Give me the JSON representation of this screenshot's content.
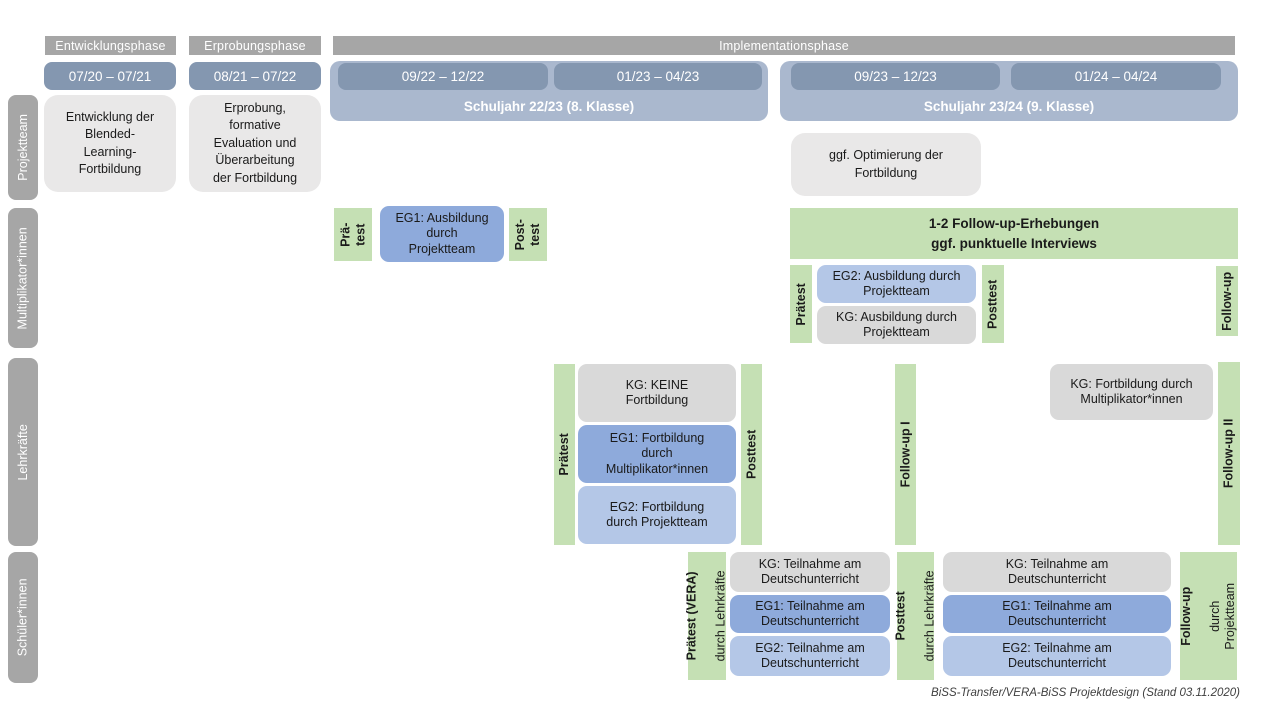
{
  "colors": {
    "header_gray": "#a6a6a6",
    "period_blue": "#8497b0",
    "band_blue": "#aab8ce",
    "eg1_blue": "#8eaadb",
    "eg2_blue": "#b4c7e7",
    "kg_gray": "#d9d9d9",
    "panel_gray": "#e9e8e8",
    "green": "#c5e0b4",
    "text_dark": "#1a1a1a",
    "caption_gray": "#3f3f3f"
  },
  "header": {
    "phases": {
      "entwicklung": "Entwicklungsphase",
      "erprobung": "Erprobungsphase",
      "implementation": "Implementationsphase"
    },
    "periods": {
      "p1": "07/20 – 07/21",
      "p2": "08/21 – 07/22",
      "p3": "09/22 – 12/22",
      "p4": "01/23 – 04/23",
      "p5": "09/23 – 12/23",
      "p6": "01/24 – 04/24"
    },
    "school_years": {
      "sy1": "Schuljahr 22/23 (8. Klasse)",
      "sy2": "Schuljahr 23/24 (9. Klasse)"
    }
  },
  "sidebar": {
    "projektteam": "Projektteam",
    "multiplikatoren": "Multiplikator*innen",
    "lehrkraefte": "Lehrkräfte",
    "schueler": "Schüler*innen"
  },
  "projektteam": {
    "entwicklung": "Entwicklung der\nBlended-\nLearning-\nFortbildung",
    "erprobung": "Erprobung,\nformative\nEvaluation und\nÜberarbeitung\nder Fortbildung",
    "optimierung": "ggf. Optimierung der\nFortbildung"
  },
  "multiplikatoren": {
    "praetest1": "Prä-\ntest",
    "eg1": "EG1: Ausbildung\ndurch\nProjektteam",
    "posttest1": "Post-\ntest",
    "followup_box": "1-2 Follow-up-Erhebungen\nggf. punktuelle Interviews",
    "praetest2": "Prätest",
    "eg2": "EG2: Ausbildung durch\nProjektteam",
    "kg": "KG: Ausbildung durch\nProjektteam",
    "posttest2": "Posttest",
    "followup": "Follow-up"
  },
  "lehrkraefte": {
    "praetest": "Prätest",
    "kg": "KG: KEINE\nFortbildung",
    "eg1": "EG1: Fortbildung\ndurch\nMultiplikator*innen",
    "eg2": "EG2: Fortbildung\ndurch Projektteam",
    "posttest": "Posttest",
    "followup1": "Follow-up I",
    "kg2": "KG: Fortbildung durch\nMultiplikator*innen",
    "followup2": "Follow-up II"
  },
  "schueler": {
    "praetest_primary": "Prätest (VERA)",
    "praetest_secondary": "durch Lehrkräfte",
    "kg1": "KG: Teilnahme am\nDeutschunterricht",
    "eg1a": "EG1: Teilnahme am\nDeutschunterricht",
    "eg2a": "EG2: Teilnahme am\nDeutschunterricht",
    "posttest_primary": "Posttest",
    "posttest_secondary": "durch Lehrkräfte",
    "kg2": "KG: Teilnahme am\nDeutschunterricht",
    "eg1b": "EG1: Teilnahme am\nDeutschunterricht",
    "eg2b": "EG2: Teilnahme am\nDeutschunterricht",
    "followup_primary": "Follow-up",
    "followup_secondary": "durch\nProjektteam"
  },
  "caption": "BiSS-Transfer/VERA-BiSS Projektdesign (Stand 03.11.2020)"
}
